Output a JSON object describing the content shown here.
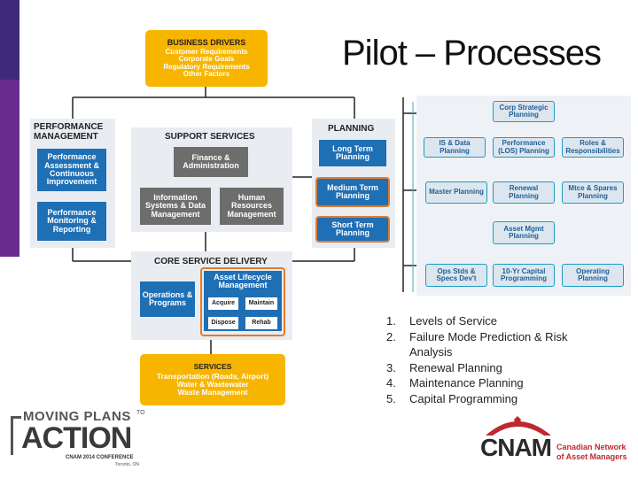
{
  "title": "Pilot – Processes",
  "business_drivers": {
    "heading": "BUSINESS DRIVERS",
    "lines": [
      "Customer Requirements",
      "Corporate Goals",
      "Regulatory Requirements",
      "Other Factors"
    ]
  },
  "performance": {
    "heading1": "PERFORMANCE",
    "heading2": "MANAGEMENT",
    "box1": "Performance Assessment & Continuous Improvement",
    "box2": "Performance Monitoring & Reporting"
  },
  "support": {
    "heading": "SUPPORT SERVICES",
    "finance": "Finance & Administration",
    "info": "Information Systems & Data Management",
    "hr": "Human Resources Management"
  },
  "planning": {
    "heading": "PLANNING",
    "long": "Long Term Planning",
    "medium": "Medium Term Planning",
    "short": "Short Term Planning"
  },
  "core": {
    "heading": "CORE SERVICE DELIVERY",
    "ops": "Operations & Programs",
    "lifecycle": "Asset Lifecycle Management",
    "acquire": "Acquire",
    "maintain": "Maintain",
    "dispose": "Dispose",
    "rehab": "Rehab"
  },
  "services": {
    "heading": "SERVICES",
    "lines": [
      "Transportation (Roads, Airport)",
      "Water & Wastewater",
      "Waste Management"
    ]
  },
  "right": {
    "corp": "Corp Strategic Planning",
    "is": "IS & Data Planning",
    "perf": "Performance (LOS) Planning",
    "roles": "Roles & Responsibilities",
    "master": "Master Planning",
    "renewal": "Renewal Planning",
    "mtce": "Mtce & Spares Planning",
    "asset": "Asset Mgmt Planning",
    "ops": "Ops Stds & Specs Dev't",
    "capital": "10-Yr Capital Programming",
    "operating": "Operating Planning"
  },
  "list": [
    {
      "num": "1.",
      "text": "Levels of Service"
    },
    {
      "num": "2.",
      "text": "Failure Mode Prediction & Risk Analysis"
    },
    {
      "num": "3.",
      "text": "Renewal Planning"
    },
    {
      "num": "4.",
      "text": "Maintenance Planning"
    },
    {
      "num": "5.",
      "text": "Capital Programming"
    }
  ],
  "logo_left": {
    "line1": "MOVING PLANS",
    "to": "TO",
    "big": "ACTION",
    "sub": "CNAM 2014 CONFERENCE",
    "city": "Toronto, ON"
  },
  "logo_right": {
    "mark": "CNAM",
    "line1": "Canadian Network",
    "line2": "of Asset Managers"
  },
  "colors": {
    "yellow": "#f7b500",
    "blue": "#1f6fb5",
    "gray": "#6d6d6d",
    "orange": "#e37b2b",
    "teal": "#1a9ec2",
    "red": "#c0282f"
  }
}
